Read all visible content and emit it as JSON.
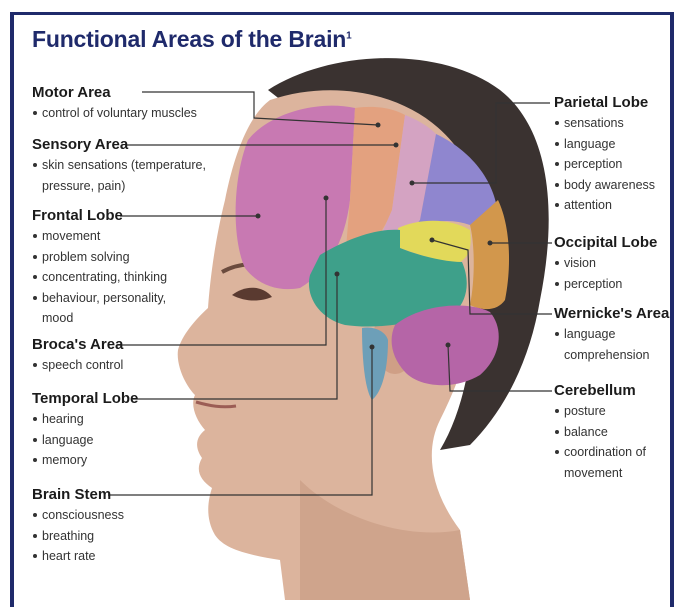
{
  "title": "Functional Areas of the Brain",
  "title_superscript": "1",
  "colors": {
    "title": "#1f2a6b",
    "motor_area": "#e3a17f",
    "sensory_area": "#d4a3c2",
    "frontal_lobe": "#c879b2",
    "parietal_lobe": "#8f86cf",
    "occipital_lobe": "#d2974c",
    "wernickes_area": "#e2d95a",
    "temporal_lobe": "#3ea08a",
    "cerebellum": "#b565a7",
    "brain_stem": "#6d9fb8",
    "skin": "#dcb49d",
    "hair": "#3a3230"
  },
  "areas": {
    "motor": {
      "heading": "Motor Area",
      "items": [
        "control of voluntary muscles"
      ]
    },
    "sensory": {
      "heading": "Sensory Area",
      "items": [
        "skin sensations (temperature,"
      ],
      "continuation": "pressure, pain)"
    },
    "frontal": {
      "heading": "Frontal Lobe",
      "items": [
        "movement",
        "problem solving",
        "concentrating, thinking",
        "behaviour, personality,"
      ],
      "continuation": "mood"
    },
    "broca": {
      "heading": "Broca's Area",
      "items": [
        "speech control"
      ]
    },
    "temporal": {
      "heading": "Temporal Lobe",
      "items": [
        "hearing",
        "language",
        "memory"
      ]
    },
    "brainstem": {
      "heading": "Brain Stem",
      "items": [
        "consciousness",
        "breathing",
        "heart rate"
      ]
    },
    "parietal": {
      "heading": "Parietal Lobe",
      "items": [
        "sensations",
        "language",
        "perception",
        "body awareness",
        "attention"
      ]
    },
    "occipital": {
      "heading": "Occipital Lobe",
      "items": [
        "vision",
        "perception"
      ]
    },
    "wernicke": {
      "heading": "Wernicke's Area",
      "items": [
        "language"
      ],
      "continuation": "comprehension"
    },
    "cerebellum": {
      "heading": "Cerebellum",
      "items": [
        "posture",
        "balance",
        "coordination of"
      ],
      "continuation": "movement"
    }
  }
}
